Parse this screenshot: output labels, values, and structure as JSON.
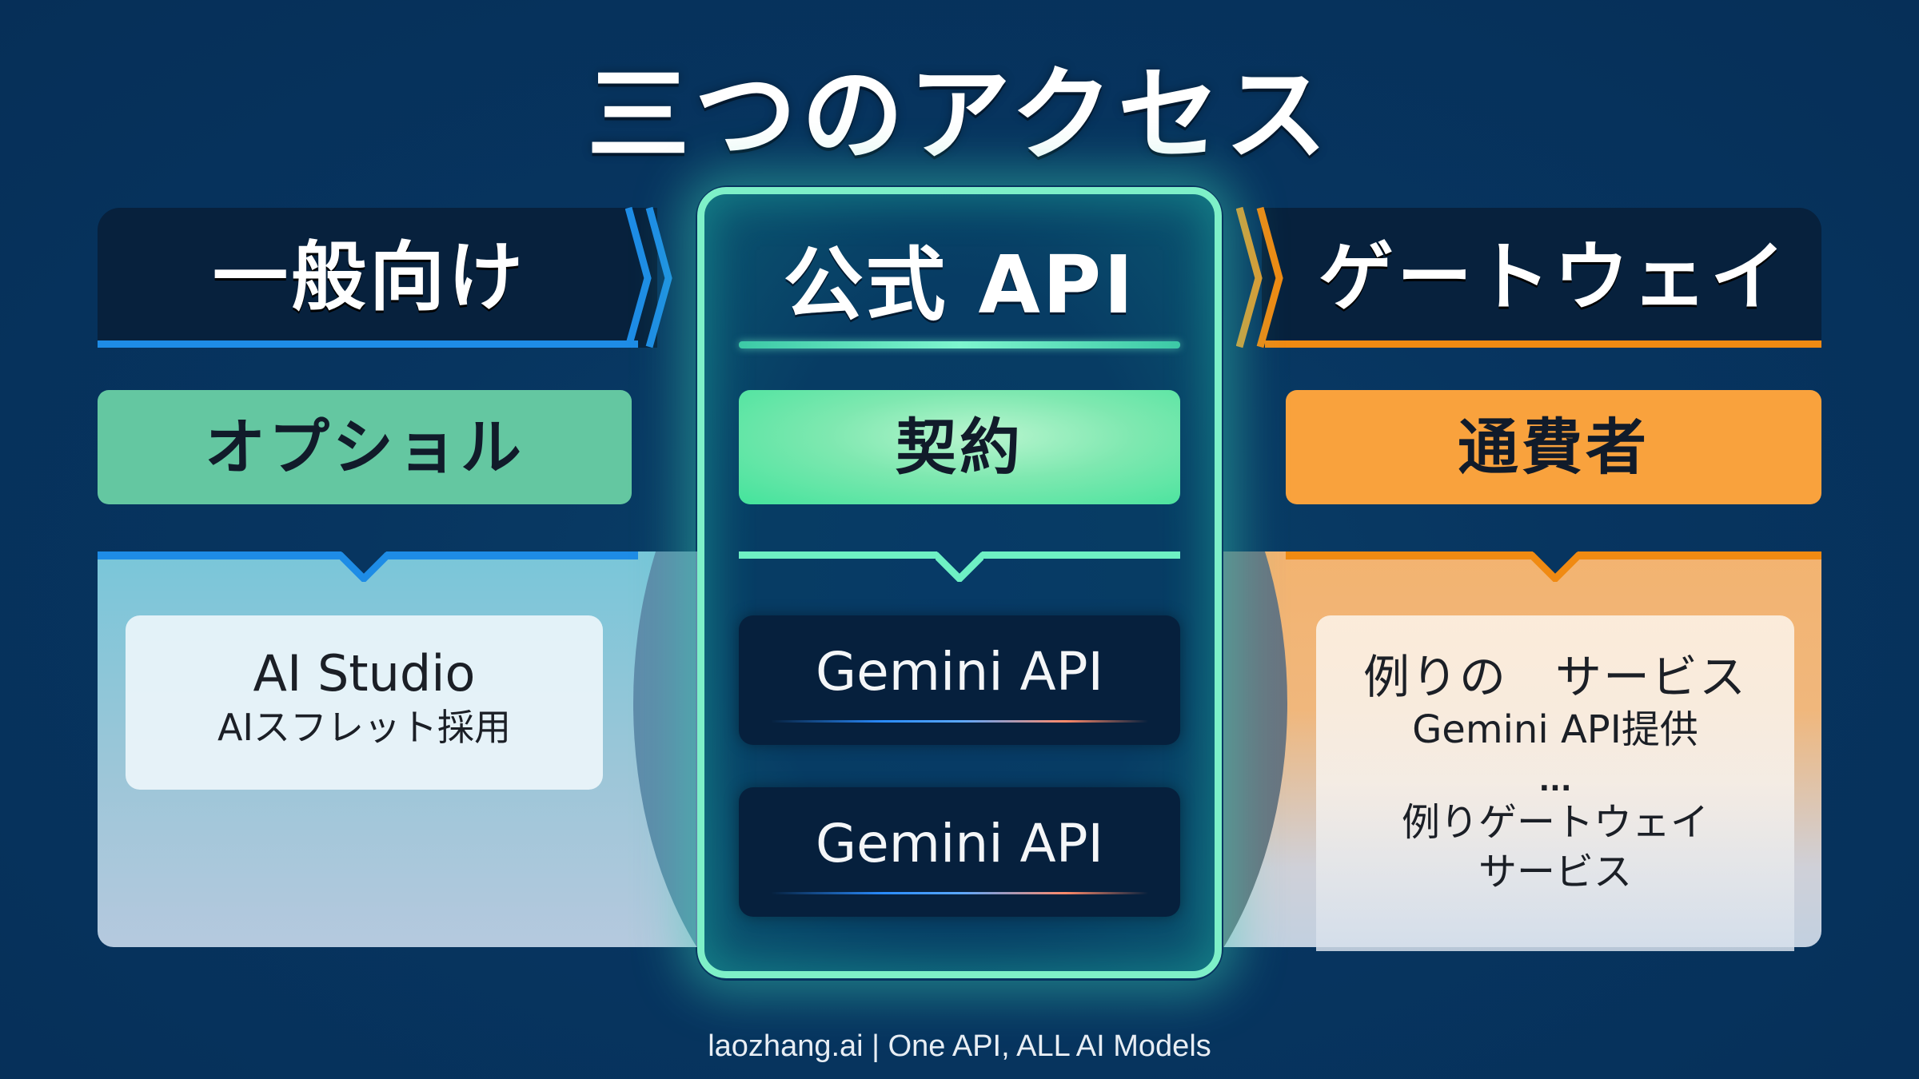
{
  "title": "三つのアクセス",
  "columns": {
    "left": {
      "header": "一般向け",
      "label": "オプショル",
      "card": {
        "main": "AI Studio",
        "sub": "AIスフレット採用"
      },
      "accent_color": "#1e8ce6"
    },
    "center": {
      "header": "公式 API",
      "label": "契約",
      "items": [
        "Gemini API",
        "Gemini API"
      ],
      "accent_color": "#7ef0c8"
    },
    "right": {
      "header": "ゲートウェイ",
      "label": "通費者",
      "card": {
        "line1": "例りの　サービス",
        "line2": "Gemini API提供",
        "line3": "...",
        "line4": "例りゲートウェイ",
        "line5": "サービス"
      },
      "accent_color": "#f08a12"
    }
  },
  "footer": "laozhang.ai | One API, ALL AI Models"
}
